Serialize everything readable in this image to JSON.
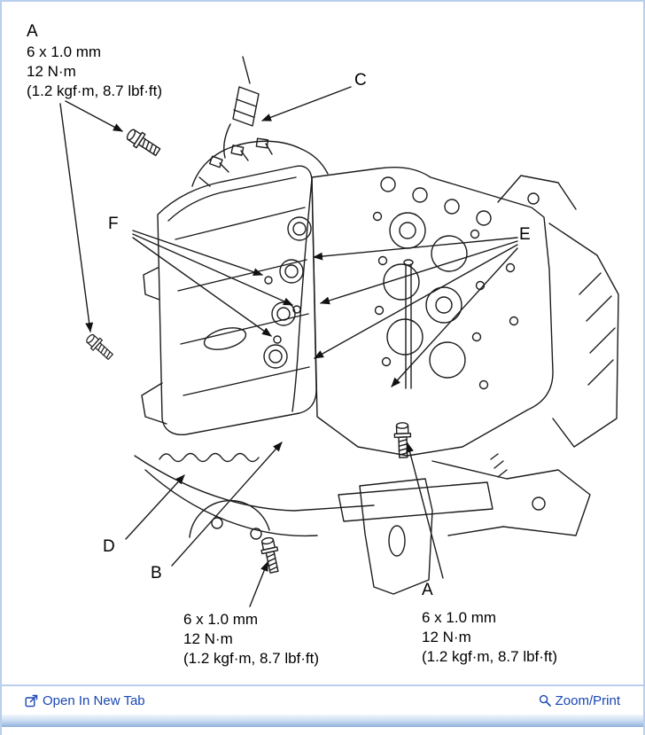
{
  "page": {
    "border_color": "#b9cfec",
    "background": "#ffffff"
  },
  "diagram": {
    "callouts": {
      "c": "C",
      "e": "E",
      "f": "F",
      "d": "D",
      "b": "B"
    },
    "spec_blocks": {
      "top_left": {
        "label": "A",
        "lines": [
          "6 x 1.0 mm",
          "12 N·m",
          "(1.2 kgf·m, 8.7 lbf·ft)"
        ]
      },
      "bottom_center": {
        "lines": [
          "6 x 1.0 mm",
          "12 N·m",
          "(1.2 kgf·m, 8.7 lbf·ft)"
        ]
      },
      "bottom_right": {
        "label": "A",
        "lines": [
          "6 x 1.0 mm",
          "12 N·m",
          "(1.2 kgf·m, 8.7 lbf·ft)"
        ]
      }
    }
  },
  "footer": {
    "open_link": "Open In New Tab",
    "zoom_link": "Zoom/Print",
    "link_color": "#1846b4"
  }
}
